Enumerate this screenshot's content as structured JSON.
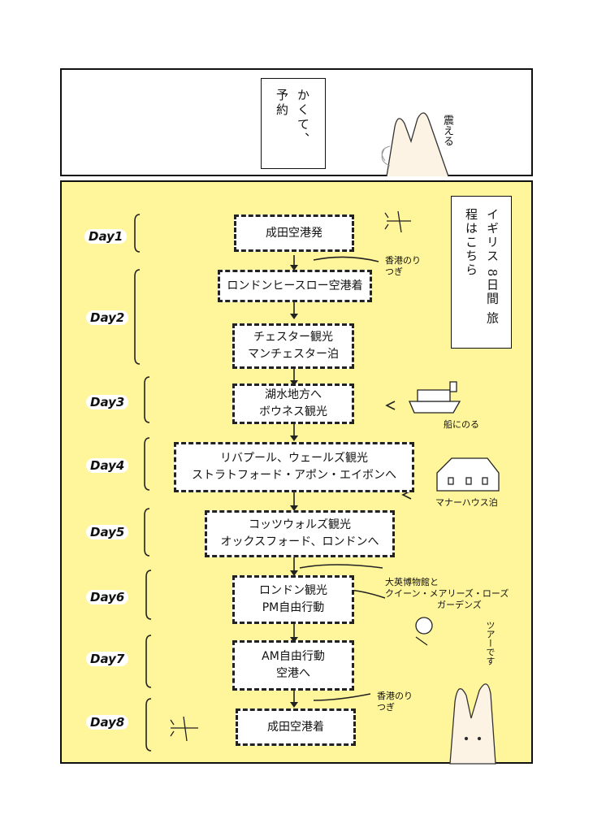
{
  "panel1": {
    "caption": "かくて、予約",
    "sfx": "震える"
  },
  "itinerary_title": "イギリス 8日間 旅程はこちら",
  "days": [
    "Day1",
    "Day2",
    "Day3",
    "Day4",
    "Day5",
    "Day6",
    "Day7",
    "Day8"
  ],
  "steps": [
    {
      "line1": "成田空港発",
      "line2": ""
    },
    {
      "line1": "ロンドンヒースロー空港着",
      "line2": ""
    },
    {
      "line1": "チェスター観光",
      "line2": "マンチェスター泊"
    },
    {
      "line1": "湖水地方へ",
      "line2": "ボウネス観光"
    },
    {
      "line1": "リバプール、ウェールズ観光",
      "line2": "ストラトフォード・アポン・エイボンへ"
    },
    {
      "line1": "コッツウォルズ観光",
      "line2": "オックスフォード、ロンドンへ"
    },
    {
      "line1": "ロンドン観光",
      "line2": "PM自由行動"
    },
    {
      "line1": "AM自由行動",
      "line2": "空港へ"
    },
    {
      "line1": "成田空港着",
      "line2": ""
    }
  ],
  "notes": {
    "hongkong1": "香港のりつぎ",
    "ship": "船にのる",
    "manor": "マナーハウス泊",
    "museum_line1": "大英博物館と",
    "museum_line2": "クイーン・メアリーズ・ローズ",
    "museum_line3": "ガーデンズ",
    "tour": "ツアーです",
    "hongkong2": "香港のりつぎ"
  }
}
